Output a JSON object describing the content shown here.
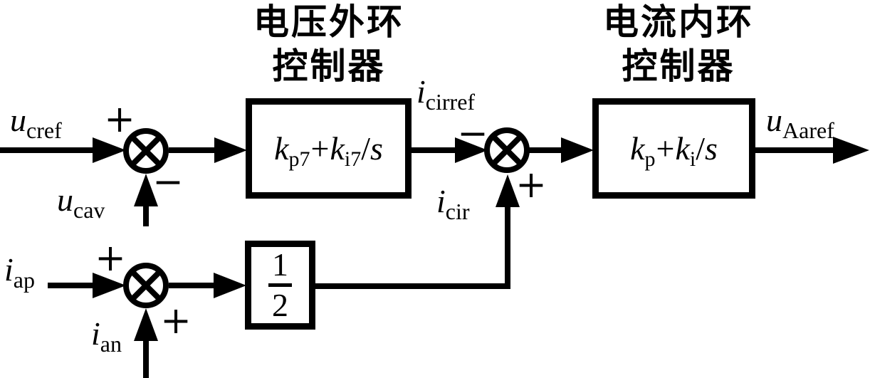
{
  "diagram": {
    "background": "#ffffff",
    "ink": "#000000",
    "description": "Control block diagram: voltage outer-loop and current inner-loop controllers with circulating-current branch"
  },
  "titles": {
    "voltage_outer_loop": {
      "line1": "电压外环",
      "line2": "控制器"
    },
    "current_inner_loop": {
      "line1": "电流内环",
      "line2": "控制器"
    }
  },
  "blocks": {
    "voltage_controller": {
      "k1": "k",
      "sub1": "p7",
      "op": "+",
      "k2": "k",
      "sub2": "i7",
      "slash": "/",
      "s": "s"
    },
    "current_controller": {
      "k1": "k",
      "sub1": "p",
      "op": "+",
      "k2": "k",
      "sub2": "i",
      "slash": "/",
      "s": "s"
    },
    "half_gain": {
      "numerator": "1",
      "denominator": "2"
    }
  },
  "signals": {
    "u_cref": {
      "base": "u",
      "sub": "cref"
    },
    "u_cav": {
      "base": "u",
      "sub": "cav"
    },
    "i_cirref": {
      "base": "i",
      "sub": "cirref"
    },
    "i_cir": {
      "base": "i",
      "sub": "cir"
    },
    "u_Aaref": {
      "base": "u",
      "sub": "Aaref"
    },
    "i_ap": {
      "base": "i",
      "sub": "ap"
    },
    "i_an": {
      "base": "i",
      "sub": "an"
    }
  },
  "signs": {
    "sum1_plus": "+",
    "sum1_minus": "−",
    "sum2_minus": "−",
    "sum2_plus": "+",
    "sum3_plus_left": "+",
    "sum3_plus_bottom": "+"
  }
}
